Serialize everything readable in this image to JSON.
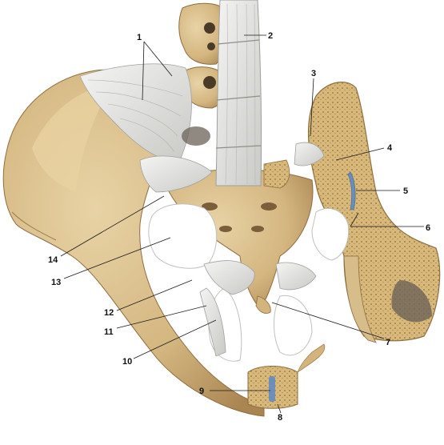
{
  "labels": [
    {
      "id": "1",
      "text": "1"
    },
    {
      "id": "2",
      "text": "2"
    },
    {
      "id": "3",
      "text": "3"
    },
    {
      "id": "4",
      "text": "4"
    },
    {
      "id": "5",
      "text": "5"
    },
    {
      "id": "6",
      "text": "6"
    },
    {
      "id": "7",
      "text": "7"
    },
    {
      "id": "8",
      "text": "8"
    },
    {
      "id": "9",
      "text": "9"
    },
    {
      "id": "10",
      "text": "10"
    },
    {
      "id": "11",
      "text": "11"
    },
    {
      "id": "12",
      "text": "12"
    },
    {
      "id": "13",
      "text": "13"
    },
    {
      "id": "14",
      "text": "14"
    }
  ],
  "colors": {
    "bone": "#d9c08f",
    "bone_shadow": "#b89660",
    "bone_cut": "#e9d7ad",
    "spongy": "#c9a564",
    "ligament": "#e6e6e2",
    "ligament_line": "#a8aaa8",
    "blue_cartilage": "#6b8fb8",
    "background": "#ffffff"
  }
}
